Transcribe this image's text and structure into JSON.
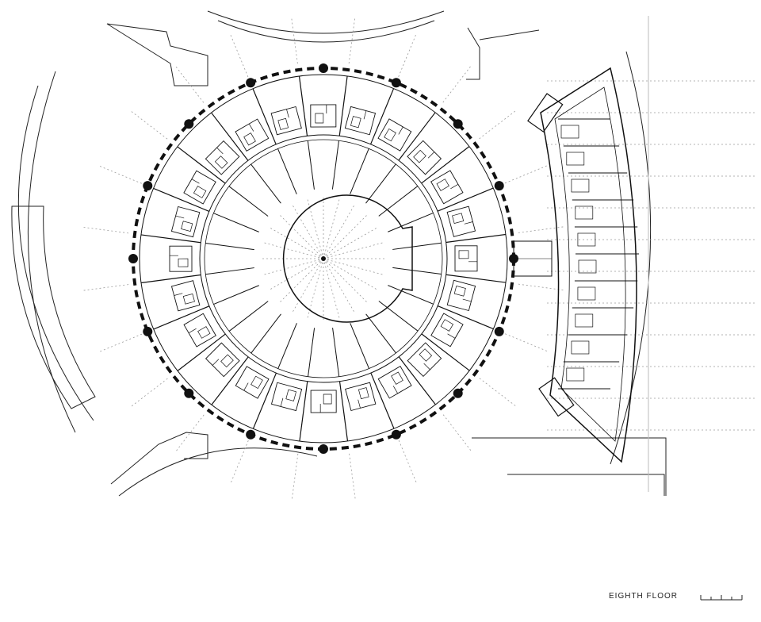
{
  "caption": {
    "floor_label": "EIGHTH FLOOR"
  },
  "plan": {
    "radial_units": 24,
    "perimeter_columns": 16,
    "wing_units": 10,
    "ink_color": "#111111",
    "guide_color": "#9a9a9a"
  }
}
